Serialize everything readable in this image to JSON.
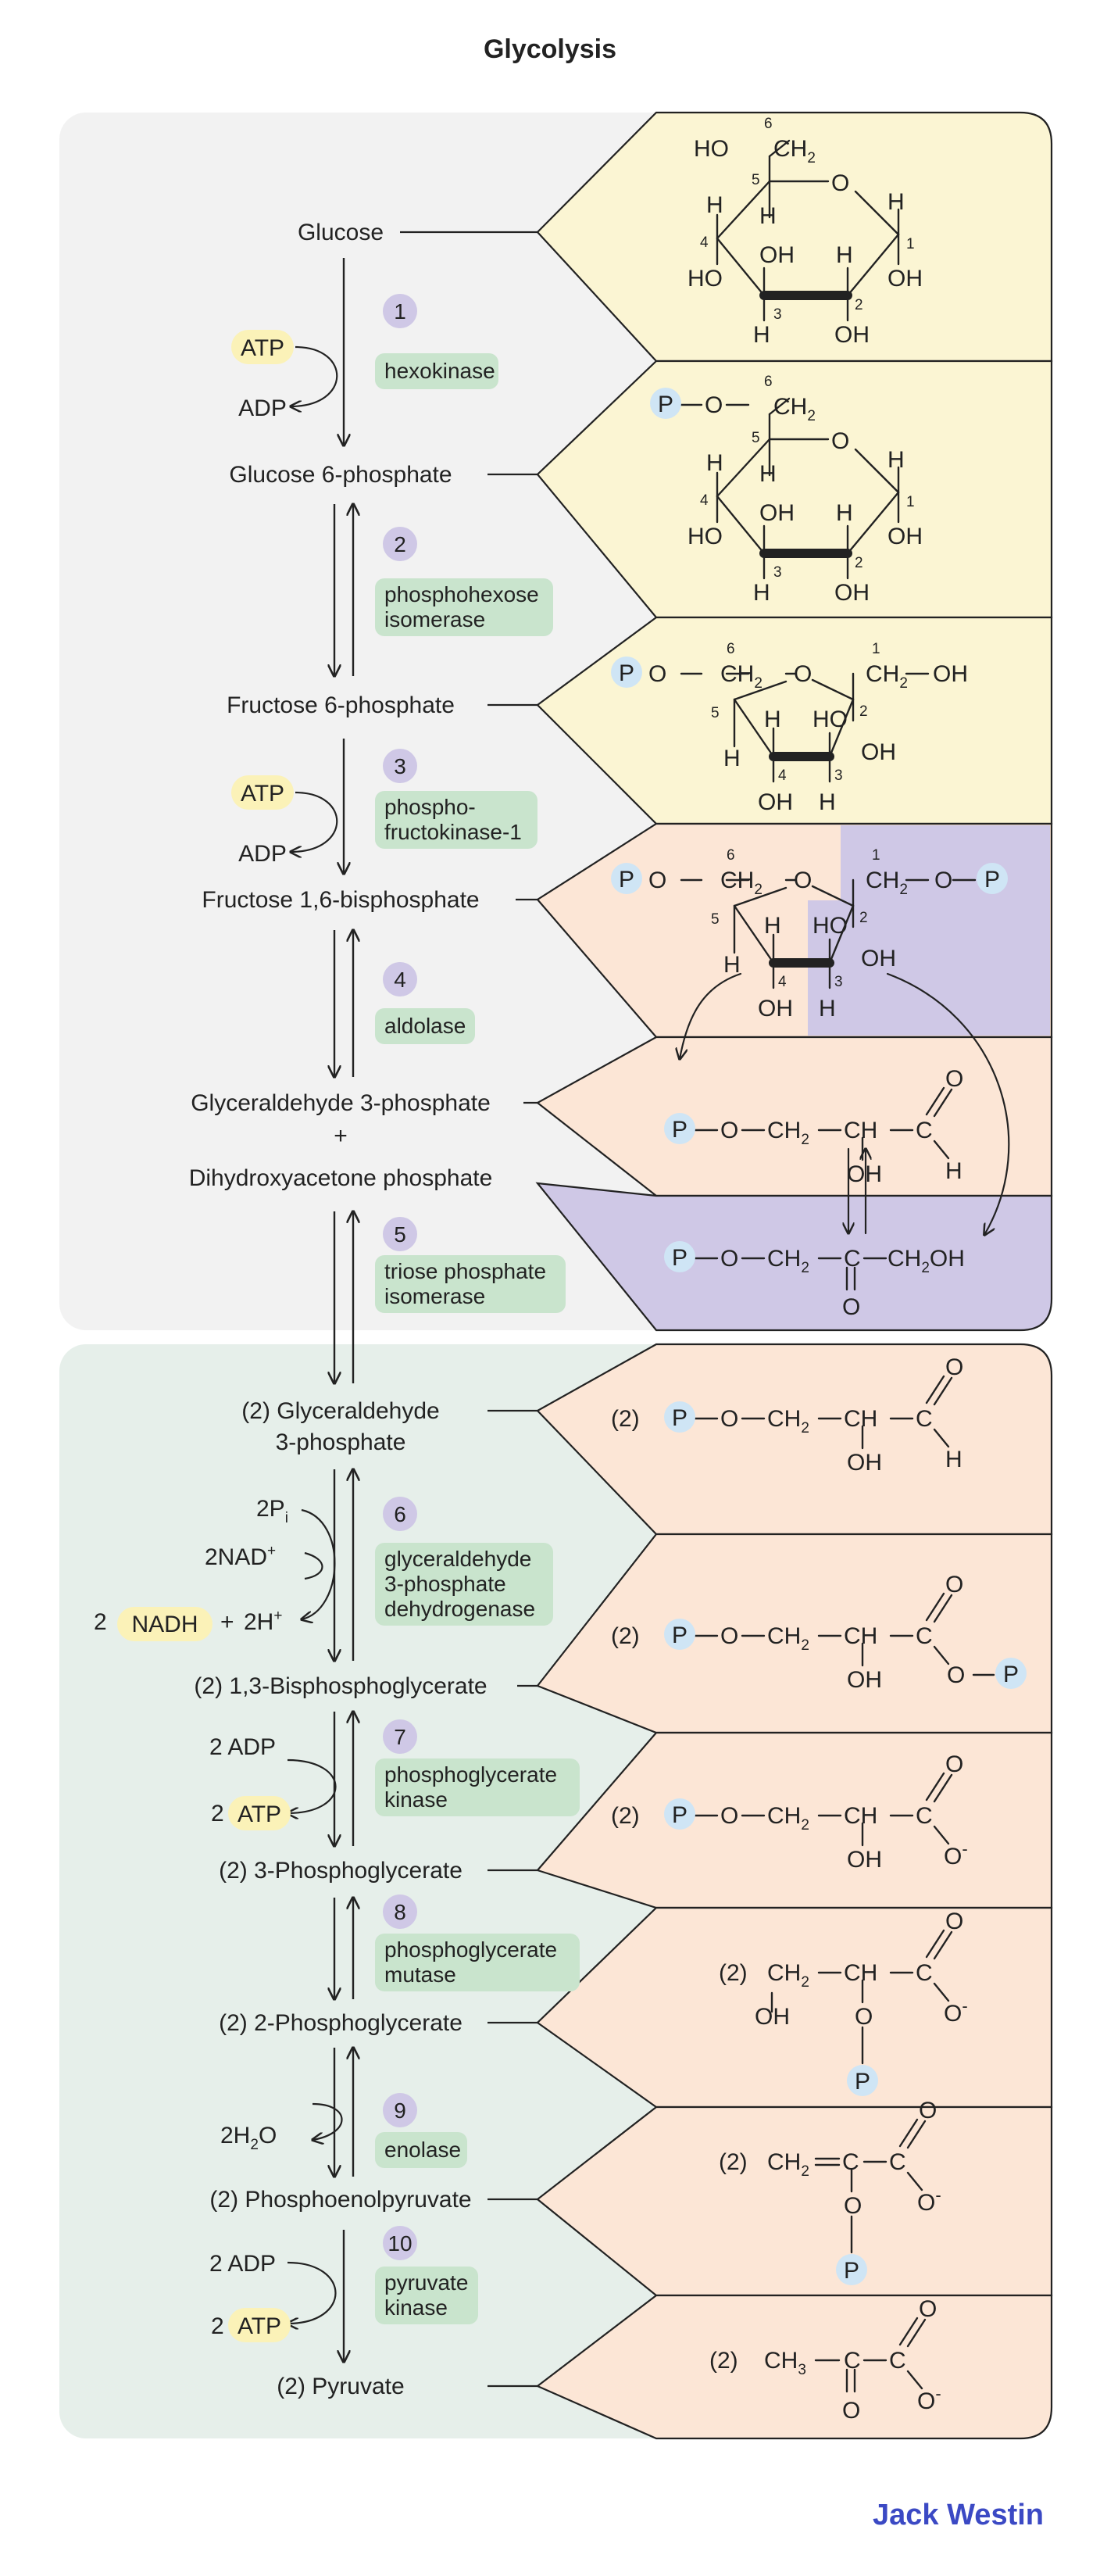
{
  "title": "Glycolysis",
  "brand": "Jack Westin",
  "colors": {
    "panel_gray": "#f2f2f2",
    "panel_green": "#e6efea",
    "structure_yellow": "#fbf5d3",
    "structure_peach": "#fce6d6",
    "structure_purple": "#cfc8e6",
    "atp_yellow": "#fbf2b8",
    "enzyme_green": "#c9e4cd",
    "step_purple": "#cfc8e6",
    "phosphate_blue": "#cfe5f5",
    "brand_blue": "#3b49c4"
  },
  "compounds": [
    "Glucose",
    "Glucose 6-phosphate",
    "Fructose 6-phosphate",
    "Fructose 1,6-bisphosphate",
    "Glyceraldehyde 3-phosphate",
    "+",
    "Dihydroxyacetone phosphate",
    "(2) Glyceraldehyde",
    "3-phosphate",
    "(2) 1,3-Bisphosphoglycerate",
    "(2) 3-Phosphoglycerate",
    "(2) 2-Phosphoglycerate",
    "(2) Phosphoenolpyruvate",
    "(2) Pyruvate"
  ],
  "steps": [
    {
      "num": "1",
      "enzyme": [
        "hexokinase"
      ]
    },
    {
      "num": "2",
      "enzyme": [
        "phosphohexose",
        "isomerase"
      ]
    },
    {
      "num": "3",
      "enzyme": [
        "phospho-",
        "fructokinase-1"
      ]
    },
    {
      "num": "4",
      "enzyme": [
        "aldolase"
      ]
    },
    {
      "num": "5",
      "enzyme": [
        "triose phosphate",
        "isomerase"
      ]
    },
    {
      "num": "6",
      "enzyme": [
        "glyceraldehyde",
        "3-phosphate",
        "dehydrogenase"
      ]
    },
    {
      "num": "7",
      "enzyme": [
        "phosphoglycerate",
        "kinase"
      ]
    },
    {
      "num": "8",
      "enzyme": [
        "phosphoglycerate",
        "mutase"
      ]
    },
    {
      "num": "9",
      "enzyme": [
        "enolase"
      ]
    },
    {
      "num": "10",
      "enzyme": [
        "pyruvate",
        "kinase"
      ]
    }
  ],
  "cofactors": {
    "s1_in": "ATP",
    "s1_out": "ADP",
    "s3_in": "ATP",
    "s3_out": "ADP",
    "s6_pi": "2P",
    "s6_pi_sub": "i",
    "s6_nad": "2NAD",
    "s6_nad_sup": "+",
    "s6_two": "2",
    "s6_nadh": "NADH",
    "s6_plus": "+",
    "s6_h": "2H",
    "s6_h_sup": "+",
    "s7_in": "2 ADP",
    "s7_out_n": "2",
    "s7_out": "ATP",
    "s9_h2o": "2H",
    "s9_h2o_sub": "2",
    "s9_h2o_o": "O",
    "s10_in": "2 ADP",
    "s10_out_n": "2",
    "s10_out": "ATP"
  },
  "chem": {
    "P": "P",
    "two": "(2)",
    "HO": "HO",
    "OH": "OH",
    "H": "H",
    "O": "O",
    "C": "C",
    "CH": "CH",
    "CH2": "CH",
    "sub2": "2",
    "sub3": "3",
    "CH3": "CH",
    "CH2OH_a": "CH",
    "CH2OH_b": "OH",
    "minus": "-",
    "n1": "1",
    "n2": "2",
    "n3": "3",
    "n4": "4",
    "n5": "5",
    "n6": "6"
  }
}
